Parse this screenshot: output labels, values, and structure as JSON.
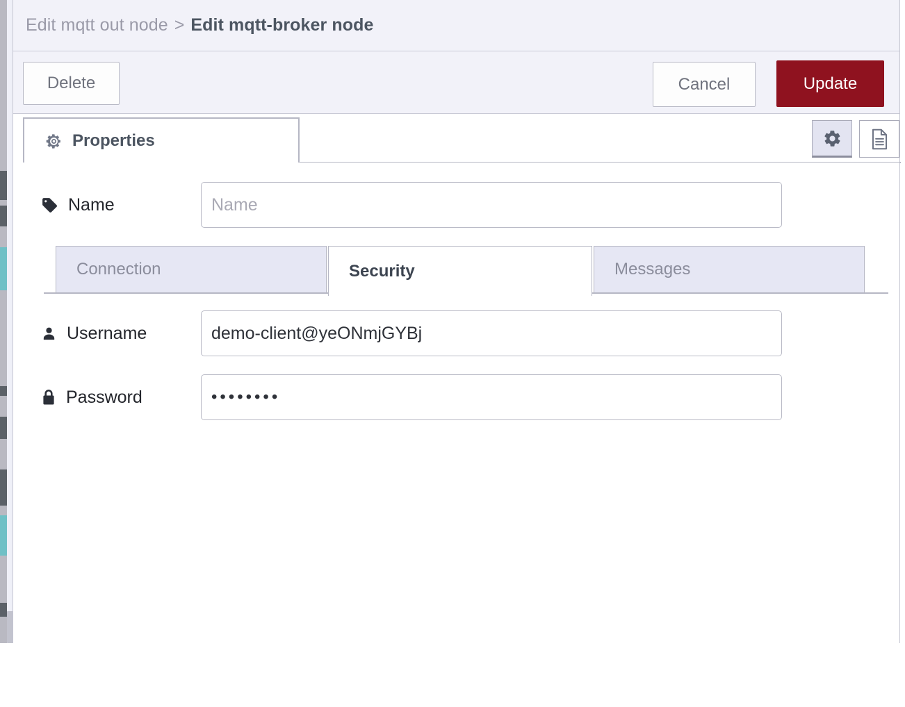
{
  "header": {
    "breadcrumb_parent": "Edit mqtt out node",
    "breadcrumb_separator": ">",
    "breadcrumb_current": "Edit mqtt-broker node"
  },
  "buttons": {
    "delete_label": "Delete",
    "cancel_label": "Cancel",
    "update_label": "Update",
    "update_color": "#8f121f"
  },
  "tabs": {
    "properties_label": "Properties",
    "properties_icon": "gear-icon",
    "toolbar": {
      "settings_icon": "gear-icon",
      "info_icon": "document-icon"
    }
  },
  "form": {
    "name": {
      "label": "Name",
      "icon": "tag-icon",
      "value": "",
      "placeholder": "Name"
    },
    "subtabs": [
      {
        "label": "Connection",
        "active": false
      },
      {
        "label": "Security",
        "active": true
      },
      {
        "label": "Messages",
        "active": false
      }
    ],
    "username": {
      "label": "Username",
      "icon": "user-icon",
      "value": "demo-client@yeONmjGYBj",
      "placeholder": ""
    },
    "password": {
      "label": "Password",
      "icon": "lock-icon",
      "value": "••••••••",
      "placeholder": ""
    }
  },
  "colors": {
    "header_background": "#f2f2f9",
    "border": "#c4c5d1",
    "tab_inactive_background": "#e6e7f4",
    "text_muted": "#8b8d9c",
    "text_dark": "#4c5561"
  }
}
